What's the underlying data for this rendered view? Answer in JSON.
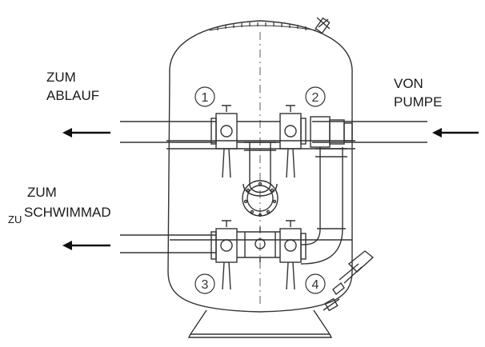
{
  "labels": {
    "drain_line1": "ZUM",
    "drain_line2": "ABLAUF",
    "pump_line1": "VON",
    "pump_line2": "PUMPE",
    "pool_line1": "ZUM",
    "pool_prefix": "ZU",
    "pool_line2": "SCHWIMMAD"
  },
  "valves": [
    "1",
    "2",
    "3",
    "4"
  ],
  "colors": {
    "line": "#333333",
    "text": "#1a1a1a",
    "background": "#ffffff"
  }
}
